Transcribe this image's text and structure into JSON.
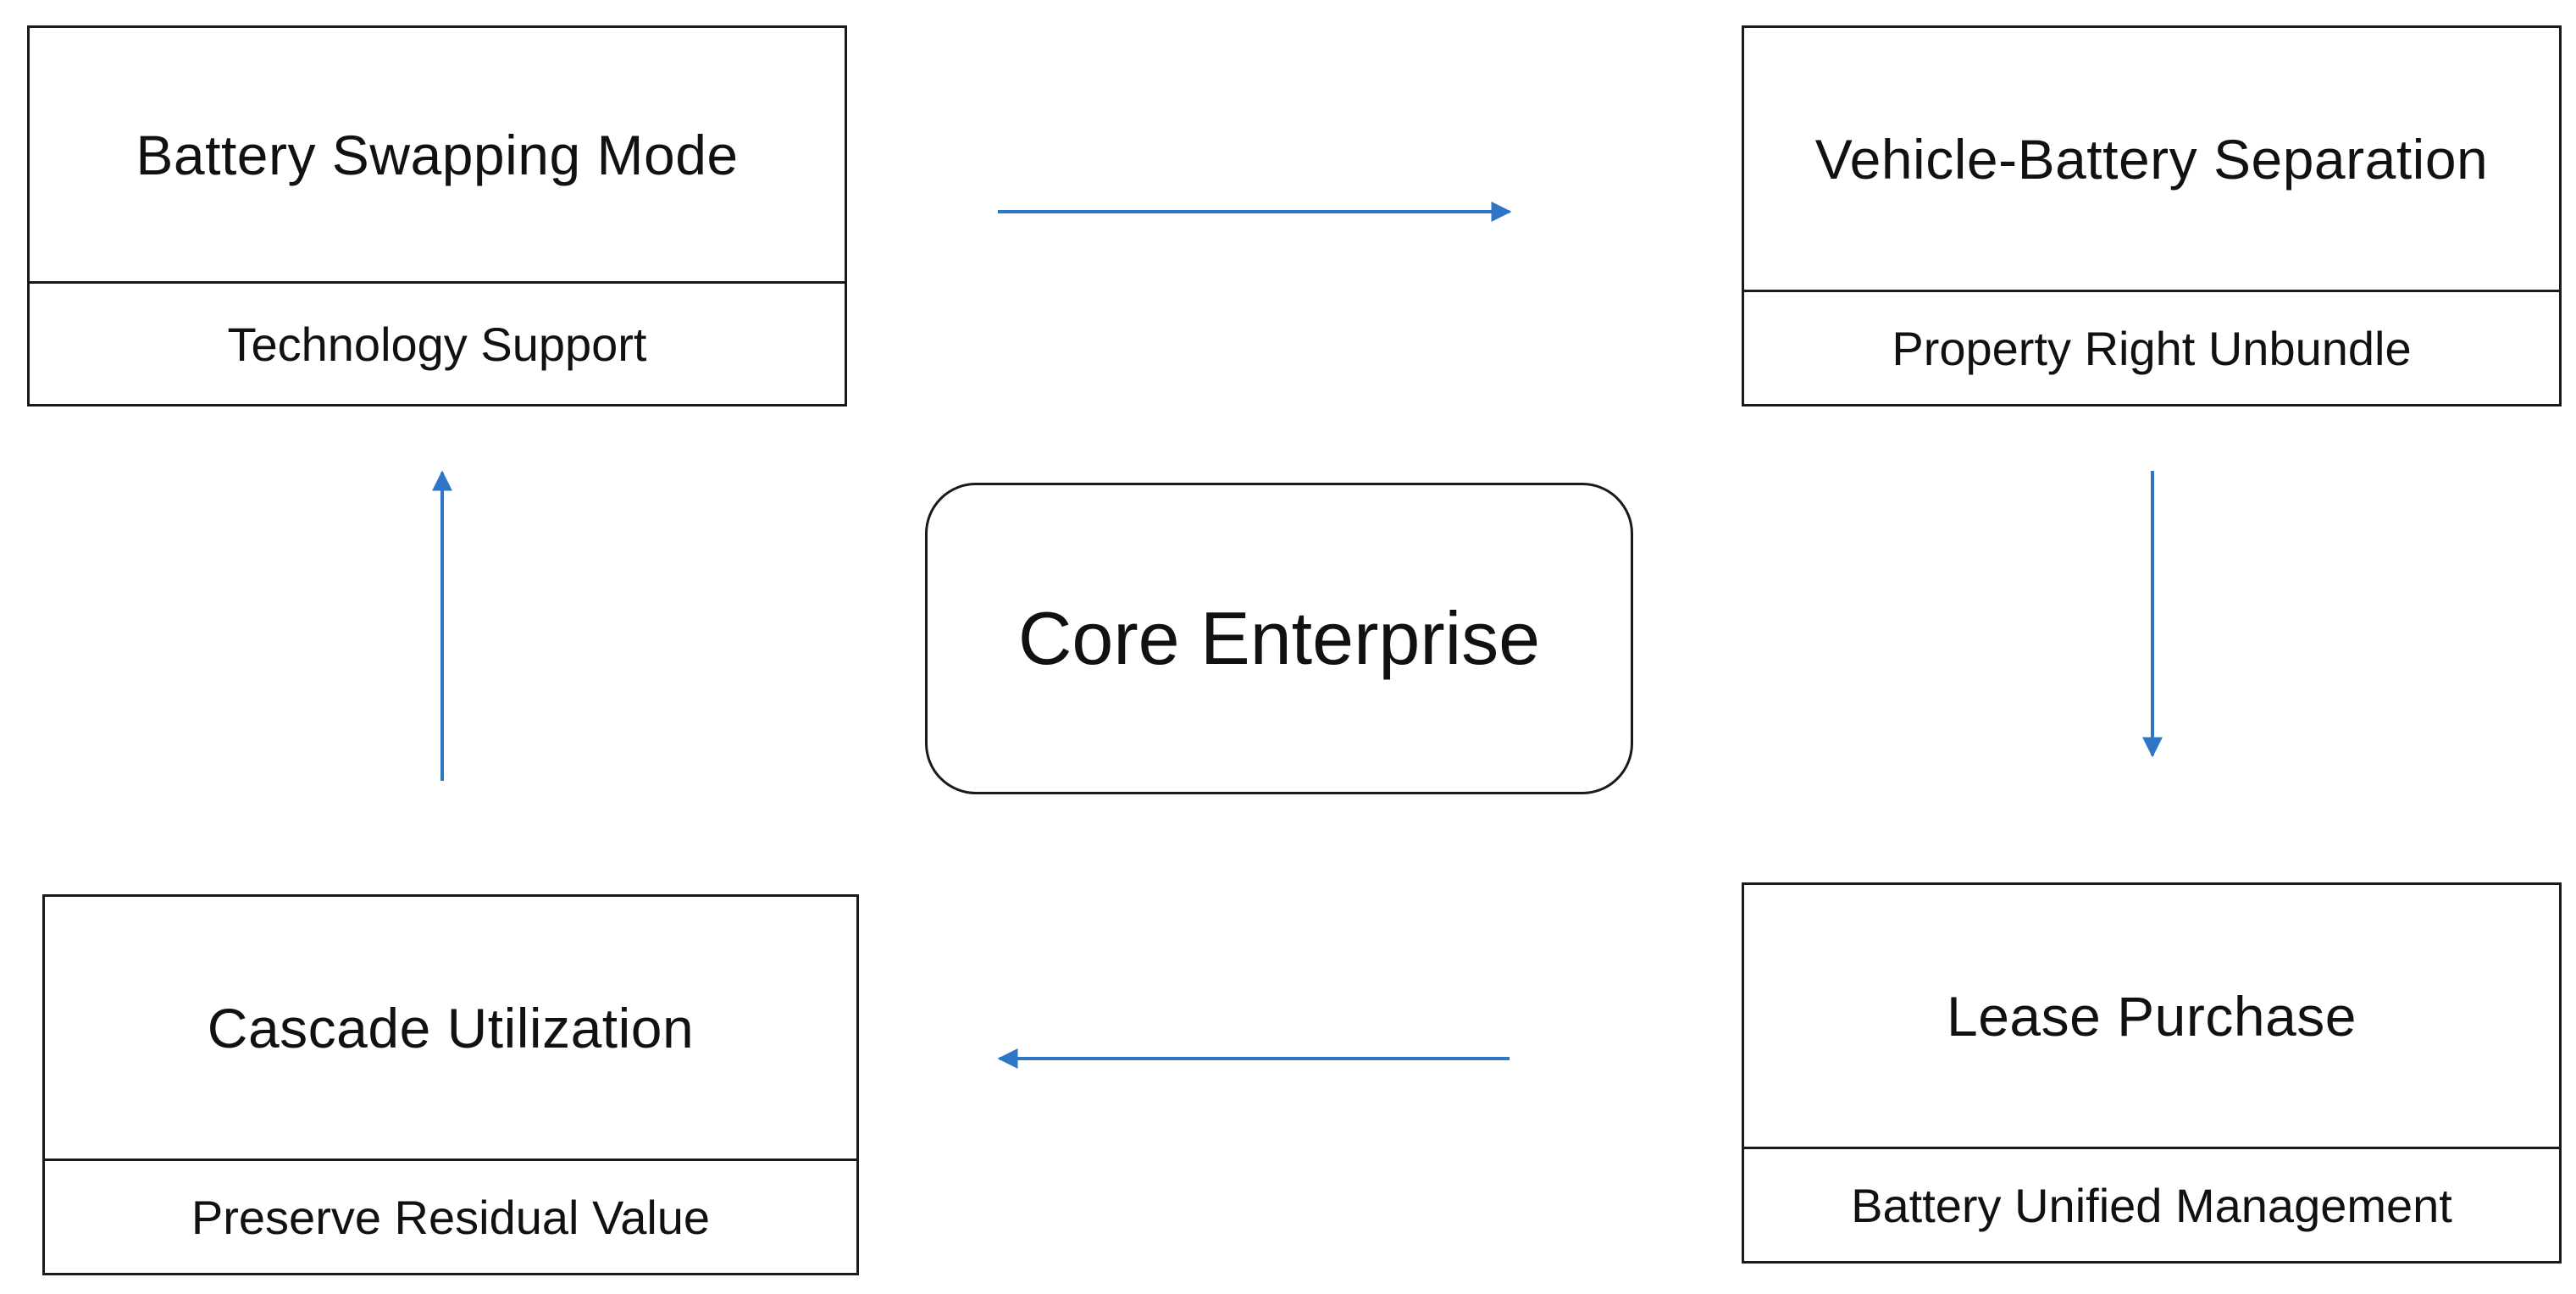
{
  "nodes": {
    "top_left": {
      "title": "Battery Swapping Mode",
      "subtitle": "Technology Support"
    },
    "top_right": {
      "title": "Vehicle-Battery Separation",
      "subtitle": "Property Right Unbundle"
    },
    "bottom_right": {
      "title": "Lease Purchase",
      "subtitle": "Battery Unified Management"
    },
    "bottom_left": {
      "title": "Cascade Utilization",
      "subtitle": "Preserve Residual Value"
    },
    "center": {
      "title": "Core Enterprise"
    }
  },
  "colors": {
    "arrow": "#2e75c6",
    "border": "#1a1a1a",
    "text": "#111111"
  }
}
